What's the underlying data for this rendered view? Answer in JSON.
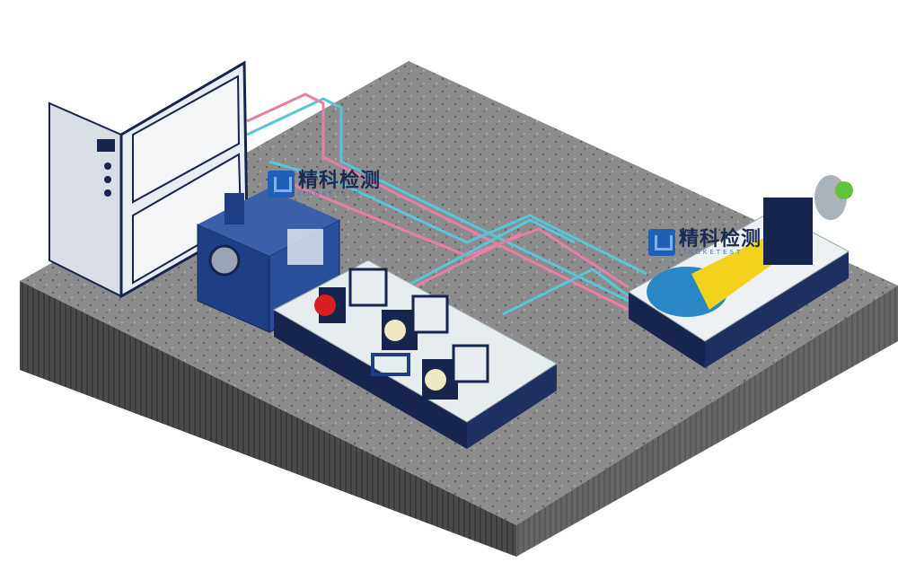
{
  "scene": {
    "colors": {
      "floor": "#8a8a8a",
      "floor_side": "#4a4a4a",
      "navy": "#17244d",
      "blue": "#1e3f86",
      "cyan_pipe": "#56c6d8",
      "pink_pipe": "#e67ea6",
      "yellow": "#f2d21a",
      "cabinet": "#e9edf1"
    }
  },
  "watermarks": [
    {
      "cn": "精科检测",
      "en": "JINGKETEST"
    },
    {
      "cn": "精科检测",
      "en": "JINGKETEST"
    }
  ]
}
